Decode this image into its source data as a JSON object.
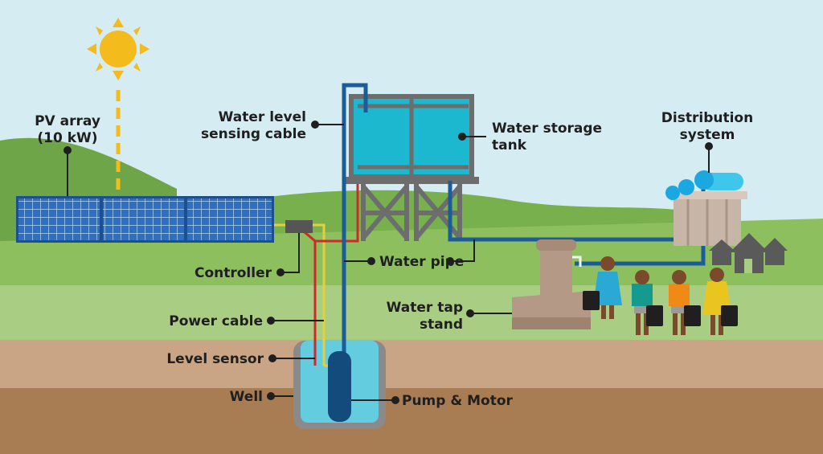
{
  "labels": {
    "pv_array_line1": "PV array",
    "pv_array_line2": "(10 kW)",
    "water_level_cable_line1": "Water level",
    "water_level_cable_line2": "sensing cable",
    "water_storage_line1": "Water storage",
    "water_storage_line2": "tank",
    "distribution_line1": "Distribution",
    "distribution_line2": "system",
    "controller": "Controller",
    "water_pipe": "Water pipe",
    "power_cable": "Power cable",
    "water_tap_line1": "Water tap",
    "water_tap_line2": "stand",
    "level_sensor": "Level sensor",
    "well": "Well",
    "pump_motor": "Pump & Motor"
  },
  "colors": {
    "sky": "#d6ecf3",
    "hill_dark": "#6ea548",
    "hill_mid": "#78b04e",
    "ground_green": "#8ebf5e",
    "ground_light": "#a9cd83",
    "soil_light": "#c9a586",
    "soil_dark": "#a97d53",
    "sun": "#f3bb1c",
    "panel": "#2e6fc0",
    "tank_water": "#1cb8cf",
    "frame": "#6d6d6d",
    "pipe": "#1c5c99",
    "power_cable": "#e7cf3a",
    "sensing_cable": "#cc2b2b",
    "pump": "#124b7c",
    "well_water": "#63ccdf",
    "tap_stand": "#b49a86"
  }
}
